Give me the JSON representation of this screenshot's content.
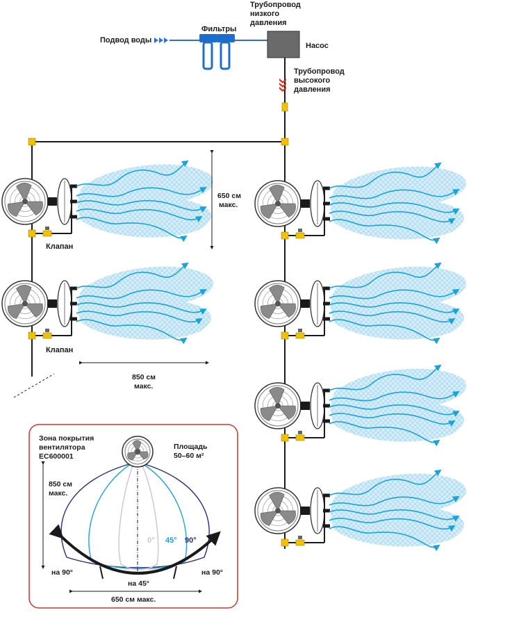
{
  "labels": {
    "water_supply": "Подвод воды",
    "filters": "Фильтры",
    "low_pressure": [
      "Трубопровод",
      "низкого",
      "давления"
    ],
    "pump": "Насос",
    "high_pressure": [
      "Трубопровод",
      "высокого",
      "давления"
    ],
    "valve_1": "Клапан",
    "valve_2": "Клапан",
    "height_dim": [
      "650 см",
      "макс."
    ],
    "width_dim": [
      "850 см",
      "макс."
    ]
  },
  "coverage": {
    "title": [
      "Зона покрытия",
      "вентилятора",
      "ЕС600001"
    ],
    "area": [
      "Площадь",
      "50–60 м²"
    ],
    "depth_dim": [
      "850 см",
      "макс."
    ],
    "angle_0": "0°",
    "angle_45": "45°",
    "angle_90": "90°",
    "swing_left": "на 90°",
    "swing_right": "на 90°",
    "swing_center": "на 45°",
    "width_dim": "650 см макс."
  },
  "colors": {
    "pipe": "#1a1a1a",
    "fitting": "#f2c200",
    "mist": "#a8dcf0",
    "arrow": "#1aa3d9",
    "pump": "#6a6a6a",
    "frame": "#c0392b",
    "angle_0": "#c8c4dc",
    "angle_45": "#1aa3d9",
    "angle_90": "#2a2a78"
  }
}
